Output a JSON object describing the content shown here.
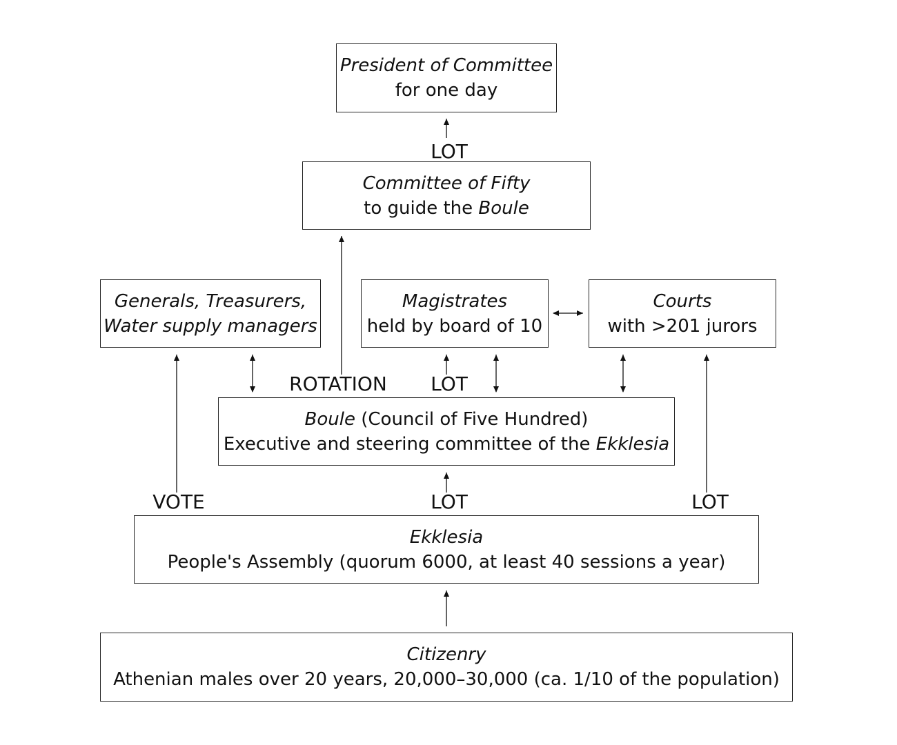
{
  "boxes": {
    "president": {
      "title": "President of Committee",
      "subtitle": "for one day"
    },
    "committee": {
      "title": "Committee of Fifty",
      "subtitle_pre": "to guide the ",
      "subtitle_it": "Boule"
    },
    "generals": {
      "title_line1": "Generals, Treasurers,",
      "title_line2": "Water supply managers"
    },
    "magistrates": {
      "title": "Magistrates",
      "subtitle": "held by board of 10"
    },
    "courts": {
      "title": "Courts",
      "subtitle": "with >201 jurors"
    },
    "boule": {
      "title_it": "Boule",
      "title_rest": " (Council of Five Hundred)",
      "subtitle_pre": "Executive and steering committee of the ",
      "subtitle_it": "Ekklesia"
    },
    "ekklesia": {
      "title": "Ekklesia",
      "subtitle": "People's Assembly (quorum 6000, at least 40 sessions a year)"
    },
    "citizenry": {
      "title": "Citizenry",
      "subtitle": "Athenian males over 20 years, 20,000–30,000 (ca. 1/10 of the population)"
    }
  },
  "edge_labels": {
    "committee_to_president": "LOT",
    "boule_to_committee": "ROTATION",
    "boule_to_magistrates": "LOT",
    "ekklesia_to_generals": "VOTE",
    "ekklesia_to_boule": "LOT",
    "ekklesia_to_courts": "LOT"
  }
}
